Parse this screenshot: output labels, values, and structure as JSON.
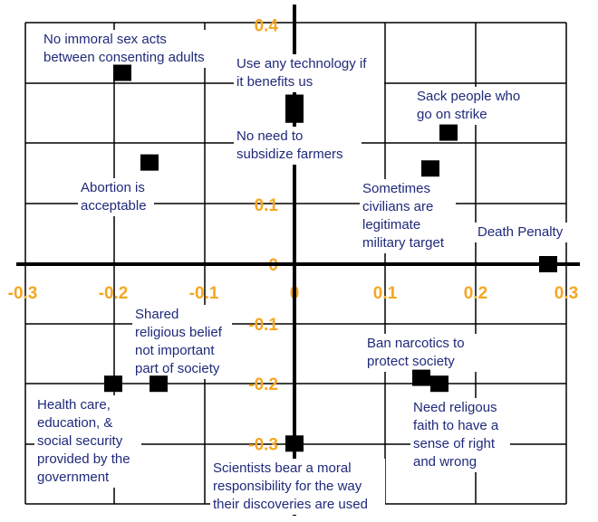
{
  "chart_data": {
    "type": "scatter",
    "title": "",
    "xlabel": "",
    "ylabel": "",
    "xlim": [
      -0.3,
      0.3
    ],
    "ylim": [
      -0.4,
      0.4
    ],
    "grid": true,
    "x_ticks": [
      "-0.3",
      "-0.2",
      "-0.1",
      "0",
      "0.1",
      "0.2",
      "0.3"
    ],
    "y_ticks": [
      "0.4",
      "0.3",
      "0.2",
      "0.1",
      "0",
      "-0.1",
      "-0.2",
      "-0.3"
    ],
    "marker_color": "#000000",
    "tick_color": "#f5a623",
    "label_color": "#1f2a7a",
    "points": [
      {
        "x": -0.19,
        "y": 0.32,
        "label": [
          "No immoral sex acts",
          "between consenting adults"
        ]
      },
      {
        "x": 0.0,
        "y": 0.27,
        "label": [
          "Use any technology if",
          "it benefits us"
        ]
      },
      {
        "x": 0.0,
        "y": 0.25,
        "label": [
          "No need to",
          "subsidize farmers"
        ]
      },
      {
        "x": 0.17,
        "y": 0.22,
        "label": [
          "Sack people who",
          "go on strike"
        ]
      },
      {
        "x": -0.16,
        "y": 0.17,
        "label": [
          "Abortion is",
          "acceptable"
        ]
      },
      {
        "x": 0.15,
        "y": 0.16,
        "label": [
          "Sometimes",
          "civilians are",
          "legitimate",
          "military target"
        ]
      },
      {
        "x": 0.28,
        "y": 0.0,
        "label": [
          "Death Penalty"
        ]
      },
      {
        "x": -0.15,
        "y": -0.2,
        "label": [
          "Shared",
          "religious belief",
          "not important",
          "part of society"
        ]
      },
      {
        "x": -0.2,
        "y": -0.2,
        "label": [
          "Health care,",
          "education, &",
          "social security",
          "provided by the",
          "government"
        ]
      },
      {
        "x": 0.14,
        "y": -0.19,
        "label": [
          "Ban narcotics to",
          "protect society"
        ]
      },
      {
        "x": 0.16,
        "y": -0.2,
        "label": [
          "Need religous",
          "faith to have a",
          "sense of right",
          "and wrong"
        ]
      },
      {
        "x": 0.0,
        "y": -0.3,
        "label": [
          "Scientists bear a moral",
          "responsibility for the way",
          "their discoveries are used"
        ]
      }
    ]
  }
}
